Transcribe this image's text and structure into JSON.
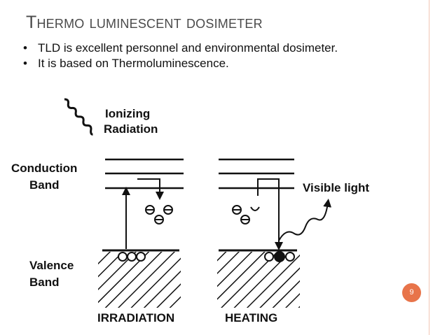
{
  "slide": {
    "title": "Thermo luminescent dosimeter",
    "page_number": "9",
    "bullets": [
      "TLD is excellent personnel and environmental dosimeter.",
      "It is based on Thermoluminescence."
    ],
    "bullet_symbol": "•",
    "accent_color": "#e8744a"
  },
  "diagram": {
    "labels": {
      "ionizing": "Ionizing",
      "radiation": "Radiation",
      "conduction": "Conduction",
      "conduction_band": "Band",
      "valence": "Valence",
      "valence_band": "Band",
      "visible_light": "Visible light",
      "irradiation": "IRRADIATION",
      "heating": "HEATING"
    }
  }
}
